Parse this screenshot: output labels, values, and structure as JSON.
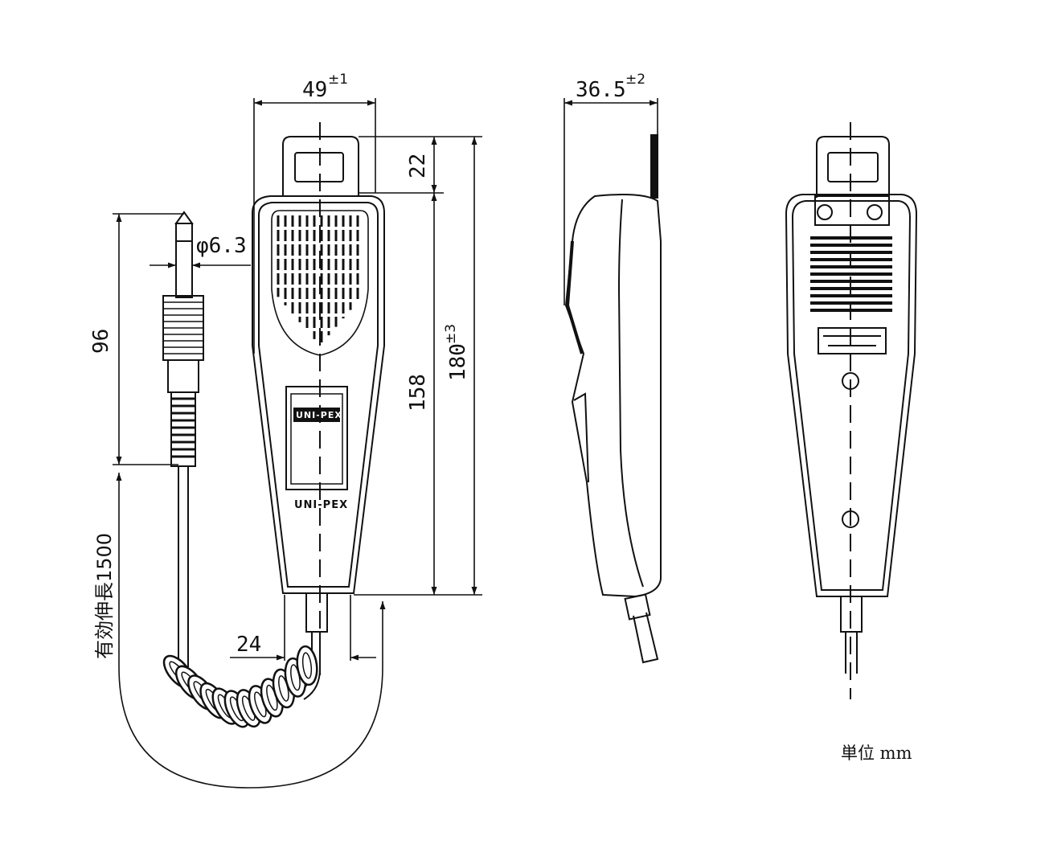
{
  "dimensions": {
    "width_front": {
      "value": "49",
      "tolerance": "±1"
    },
    "depth_side": {
      "value": "36.5",
      "tolerance": "±2"
    },
    "hanger_height": {
      "value": "22"
    },
    "body_length": {
      "value": "158"
    },
    "total_length": {
      "value": "180",
      "tolerance": "±3"
    },
    "plug_length": {
      "value": "96"
    },
    "plug_diameter": {
      "value": "φ6.3"
    },
    "cord_spacing": {
      "value": "24"
    },
    "cord_length": {
      "value": "有効伸長1500"
    }
  },
  "brand_label": "UNI-PEX",
  "switch_label": "UNI-PEX",
  "unit_note": "単位 mm",
  "colors": {
    "line": "#111111",
    "background": "#ffffff"
  }
}
